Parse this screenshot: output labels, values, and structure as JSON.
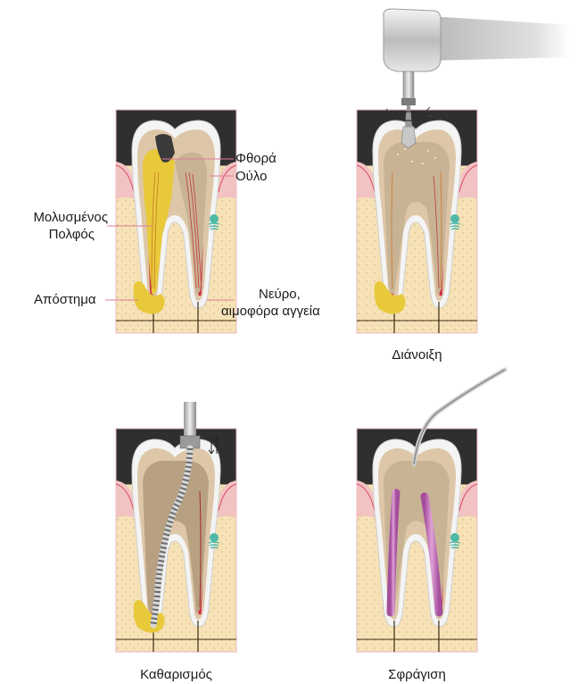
{
  "labels": {
    "decay": "Φθορά",
    "gum": "Ούλο",
    "infected_pulp_1": "Μολυσμένος",
    "infected_pulp_2": "Πολφός",
    "abscess": "Απόστημα",
    "nerve_1": "Νεύρο,",
    "nerve_2": "αιμοφόρα αγγεία"
  },
  "steps": {
    "drilling": "Διάνοιξη",
    "cleaning": "Καθαρισμός",
    "sealing": "Σφράγιση"
  },
  "colors": {
    "bone": "#f6e2b6",
    "dark_bg": "#2f2f2f",
    "gum": "#f2c3c3",
    "enamel": "#f4f4f4",
    "dentin": "#ddc7a8",
    "pulp_infected": "#e8c93a",
    "pulp_healthy": "#c8b395",
    "canal_red": "#d0253f",
    "sealant": "#c070b8",
    "leader_line": "#e07a9a"
  }
}
